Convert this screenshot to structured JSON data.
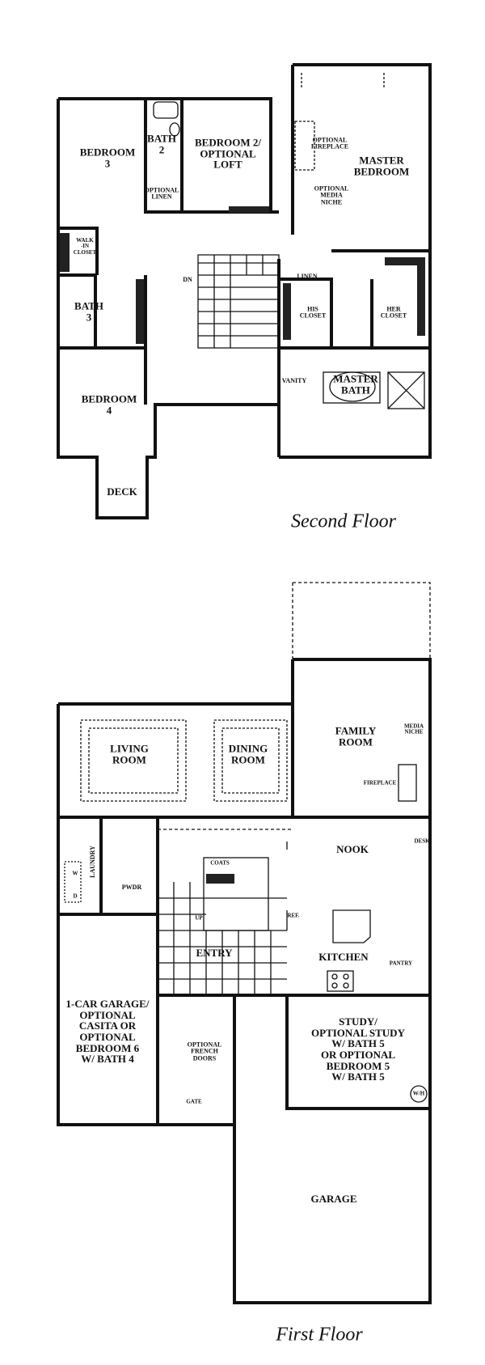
{
  "second_floor": {
    "title": "Second Floor",
    "rooms": {
      "bedroom3": "BEDROOM\n3",
      "bath2": "BATH\n2",
      "optional_linen": "OPTIONAL\nLINEN",
      "bedroom2": "BEDROOM 2/\nOPTIONAL\nLOFT",
      "optional_fireplace": "OPTIONAL\nFIREPLACE",
      "optional_media_niche": "OPTIONAL\nMEDIA\nNICHE",
      "master_bedroom": "MASTER\nBEDROOM",
      "walk_in_closet": "WALK\n-IN\nCLOSET",
      "bath3": "BATH\n3",
      "dn": "DN",
      "linen": "LINEN",
      "his_closet": "HIS\nCLOSET",
      "her_closet": "HER\nCLOSET",
      "vanity": "VANITY",
      "master_bath": "MASTER\nBATH",
      "bedroom4": "BEDROOM\n4",
      "deck": "DECK"
    }
  },
  "first_floor": {
    "title": "First Floor",
    "rooms": {
      "family_room": "FAMILY\nROOM",
      "media_niche": "MEDIA\nNICHE",
      "fireplace": "FIREPLACE",
      "living_room": "LIVING\nROOM",
      "dining_room": "DINING\nROOM",
      "laundry": "LAUNDRY",
      "washer": "W",
      "dryer": "D",
      "pwdr": "PWDR",
      "coats": "COATS",
      "up": "UP",
      "ref": "REF.",
      "nook": "NOOK",
      "desk": "DESK",
      "kitchen": "KITCHEN",
      "pantry": "PANTRY",
      "entry": "ENTRY",
      "garage_1car": "1-CAR GARAGE/\nOPTIONAL\nCASITA OR\nOPTIONAL\nBEDROOM 6\nW/ BATH 4",
      "optional_french_doors": "OPTIONAL\nFRENCH\nDOORS",
      "gate": "GATE",
      "study": "STUDY/\nOPTIONAL STUDY\nW/ BATH 5\nOR OPTIONAL\nBEDROOM 5\nW/ BATH 5",
      "water_heater": "W/H",
      "garage": "GARAGE"
    }
  }
}
